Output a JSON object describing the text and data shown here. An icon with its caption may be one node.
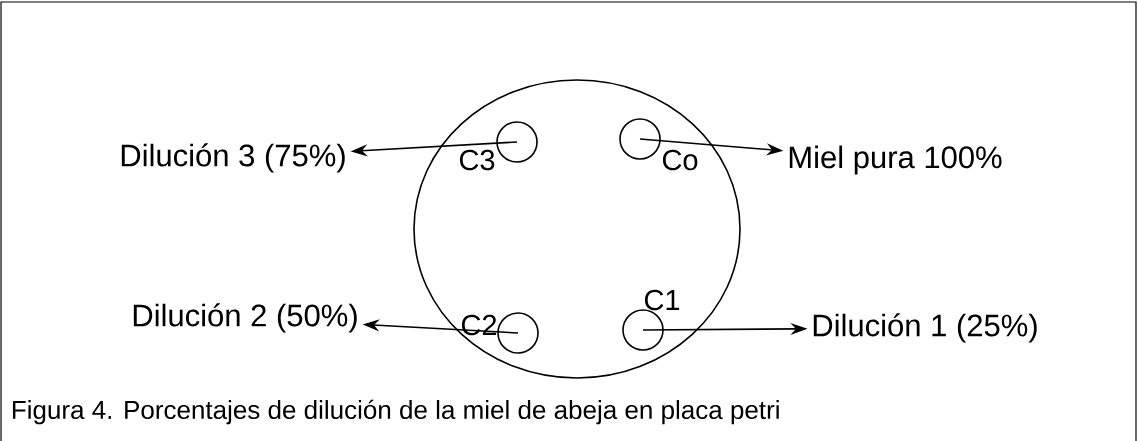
{
  "diagram": {
    "caption": "Figura 4. Porcentajes de dilución de la  miel de abeja en placa petri",
    "nodes": [
      {
        "text": [],
        "shape": "circle"
      },
      {
        "text": [],
        "shape": "circle",
        "in": 0,
        "beside": [
          "C3"
        ]
      },
      {
        "text": [],
        "shape": "circle",
        "in": 0,
        "beside": [
          "Co"
        ]
      },
      {
        "text": [],
        "shape": "circle",
        "in": 0,
        "beside": [
          "C2"
        ]
      },
      {
        "text": [],
        "shape": "circle",
        "in": 0,
        "beside": [
          "C1"
        ]
      },
      {
        "text": [
          "Dilución 3 (75%)"
        ]
      },
      {
        "text": [
          "Miel pura 100%"
        ]
      },
      {
        "text": [
          "Dilución 2 (50%)"
        ]
      },
      {
        "text": [
          "Dilución 1 (25%)"
        ]
      }
    ],
    "edges": [
      {
        "from": 1,
        "to": 5,
        "arrow": "to"
      },
      {
        "from": 2,
        "to": 6,
        "arrow": "to"
      },
      {
        "from": 3,
        "to": 7,
        "arrow": "to"
      },
      {
        "from": 4,
        "to": 8,
        "arrow": "to"
      }
    ]
  }
}
